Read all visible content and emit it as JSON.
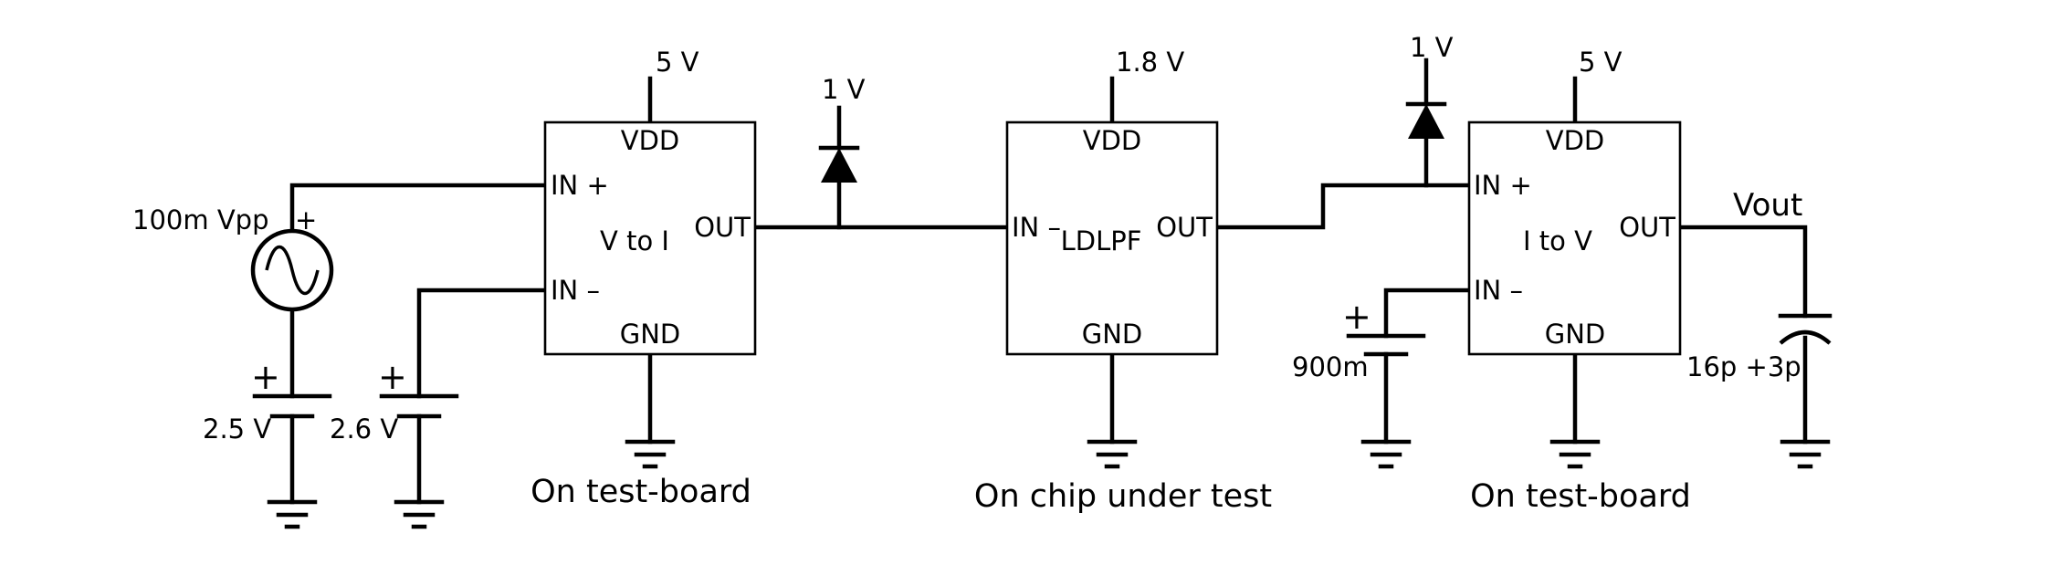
{
  "source": {
    "amplitude": "100m Vpp",
    "plus": "+"
  },
  "battery_vin_plus": {
    "voltage": "2.5 V",
    "plus": "+"
  },
  "battery_vin_minus": {
    "voltage": "2.6 V",
    "plus": "+"
  },
  "block_v_to_i": {
    "supply": "5 V",
    "vdd": "VDD",
    "gnd": "GND",
    "in_plus": "IN +",
    "in_minus": "IN –",
    "out": "OUT",
    "title": "V to I",
    "caption": "On test-board"
  },
  "diode_1": {
    "voltage": "1 V"
  },
  "block_ldlpf": {
    "supply": "1.8 V",
    "vdd": "VDD",
    "gnd": "GND",
    "in_minus": "IN –",
    "out": "OUT",
    "title": "LDLPF",
    "caption": "On chip under test"
  },
  "diode_2": {
    "voltage": "1 V"
  },
  "battery_ref": {
    "voltage": "900m",
    "plus": "+"
  },
  "block_i_to_v": {
    "supply": "5 V",
    "vdd": "VDD",
    "gnd": "GND",
    "in_plus": "IN +",
    "in_minus": "IN –",
    "out": "OUT",
    "title": "I to V",
    "caption": "On test-board"
  },
  "output": {
    "label": "Vout",
    "load": "16p +3p"
  }
}
